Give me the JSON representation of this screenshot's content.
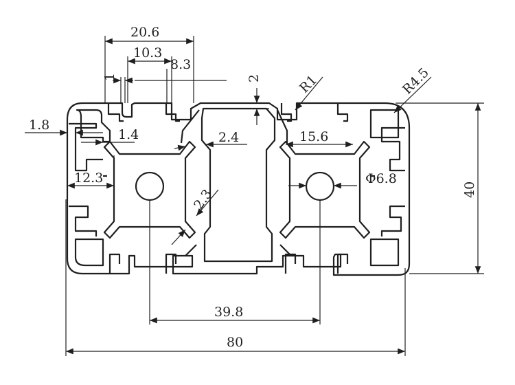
{
  "diagram": {
    "colors": {
      "ink": "#1f1f1f",
      "paper": "#ffffff"
    },
    "dimensions": {
      "d_20_6": "20.6",
      "d_10_3": "10.3",
      "d_8_3": "8.3",
      "d_1": "1",
      "d_2": "2",
      "d_r1": "R1",
      "d_r4_5": "R4.5",
      "d_1_8": "1.8",
      "d_1_4": "1.4",
      "d_2_4": "2.4",
      "d_15_6": "15.6",
      "d_12_3": "12.3",
      "d_phi6_8": "Φ6.8",
      "d_40": "40",
      "d_2_3": "2.3",
      "d_39_8": "39.8",
      "d_80": "80"
    }
  }
}
